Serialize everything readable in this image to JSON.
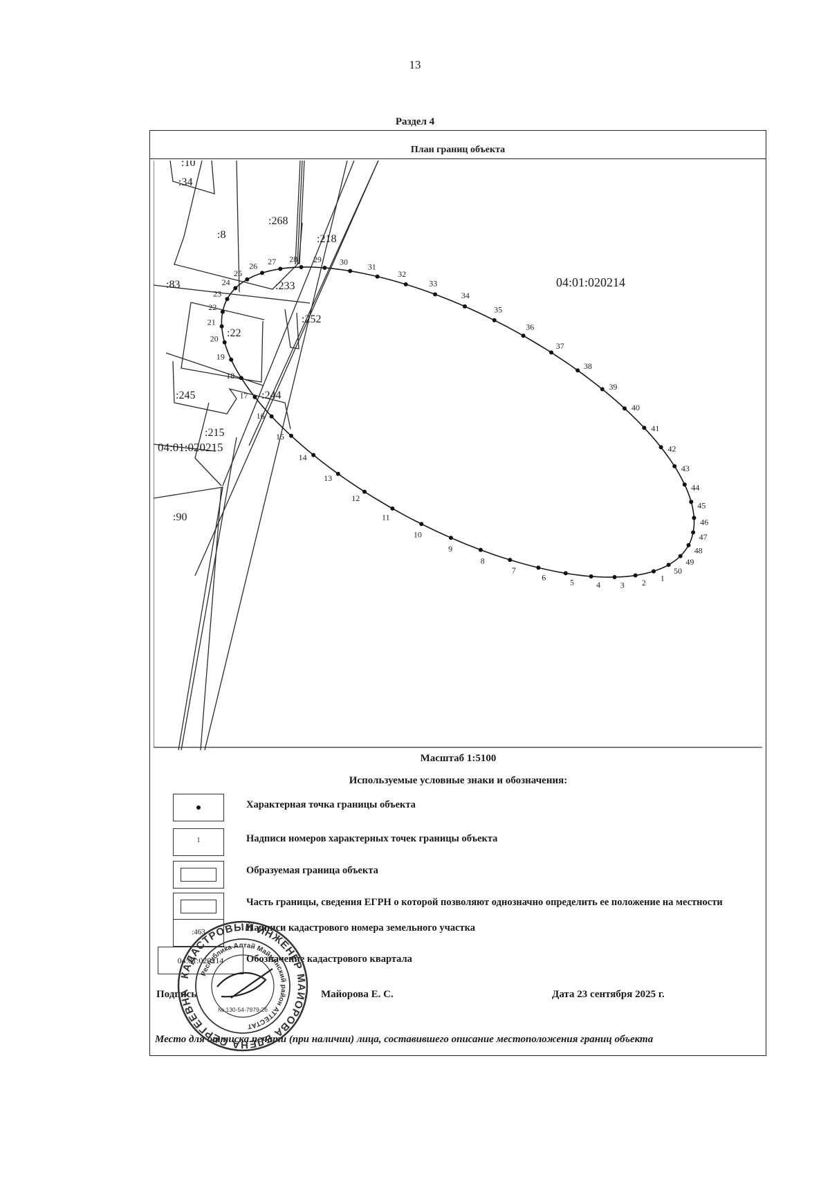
{
  "page_number": "13",
  "section_title": "Раздел 4",
  "frame_title": "План границ объекта",
  "map": {
    "quarter_main": "04:01:020214",
    "quarter_other": "04:01:020215",
    "parcels": [
      ":10",
      ":34",
      ":8",
      ":268",
      ":218",
      ":83",
      ":233",
      ":252",
      ":22",
      ":245",
      ":244",
      ":215",
      ":90"
    ],
    "point_count": 50
  },
  "scale": "Масштаб 1:5100",
  "legend": {
    "title": "Используемые условные знаки и обозначения:",
    "items": [
      {
        "symbol": "dot",
        "text": "Характерная точка границы объекта"
      },
      {
        "symbol": "1",
        "text": "Надписи номеров характерных точек границы объекта"
      },
      {
        "symbol": "rect",
        "text": "Образуемая граница объекта"
      },
      {
        "symbol": "rect",
        "text": "Часть границы,  сведения  ЕГРН о которой позволяют однозначно определить ее положение на местности"
      },
      {
        "symbol": ":463",
        "text": "Надписи кадастрового номера земельного участка"
      },
      {
        "symbol": "04:01:020214",
        "text": "Обозначение кадастрового квартала"
      }
    ]
  },
  "signature": {
    "label": "Подпись",
    "name": "Майорова Е. С.",
    "date": "Дата 23 сентября 2025 г."
  },
  "stamp_place": "Место для оттиска печати (при наличии) лица, составившего описание местоположения границ объекта",
  "stamp": {
    "outer_text": "КАДАСТРОВЫЙ ИНЖЕНЕР  МАЙОРОВА  ЕЛЕНА  СЕРГЕЕВНА",
    "inner_text": "Республика Алтай  Майминский район  АТТЕСТАТ",
    "number": "№ 130-54-7979-26"
  }
}
